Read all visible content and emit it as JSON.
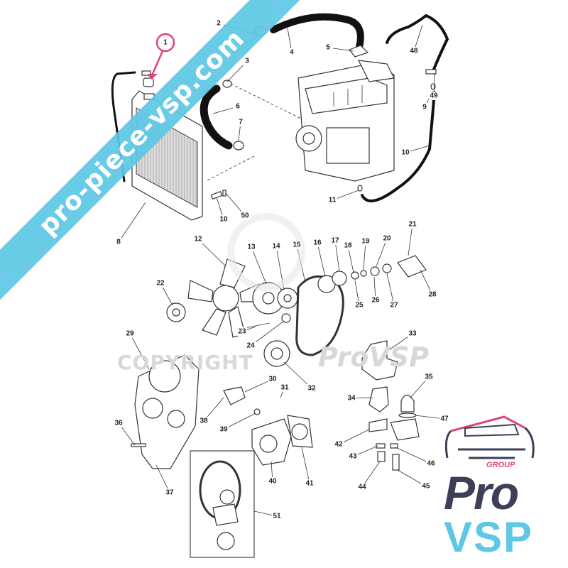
{
  "diagram": {
    "highlighted_part": "1",
    "part_labels": [
      "1",
      "2",
      "3",
      "4",
      "5",
      "6",
      "7",
      "8",
      "9",
      "10",
      "10",
      "11",
      "12",
      "13",
      "14",
      "15",
      "16",
      "17",
      "18",
      "19",
      "20",
      "21",
      "22",
      "23",
      "24",
      "25",
      "26",
      "27",
      "28",
      "29",
      "30",
      "31",
      "32",
      "33",
      "34",
      "35",
      "36",
      "37",
      "38",
      "39",
      "40",
      "41",
      "42",
      "43",
      "44",
      "45",
      "46",
      "47",
      "48",
      "49",
      "50",
      "51"
    ]
  },
  "watermark": {
    "band_text": "pro-piece-vsp.com",
    "copyright_prefix": "COPYRIGHT",
    "copyright_brand": "ProVSP"
  },
  "logo": {
    "group": "GROUP",
    "pro": "Pro",
    "vsp": "VSP"
  },
  "colors": {
    "highlight": "#e0457a",
    "band": "#5ec7e6",
    "logo_dark": "#3c3f58"
  }
}
